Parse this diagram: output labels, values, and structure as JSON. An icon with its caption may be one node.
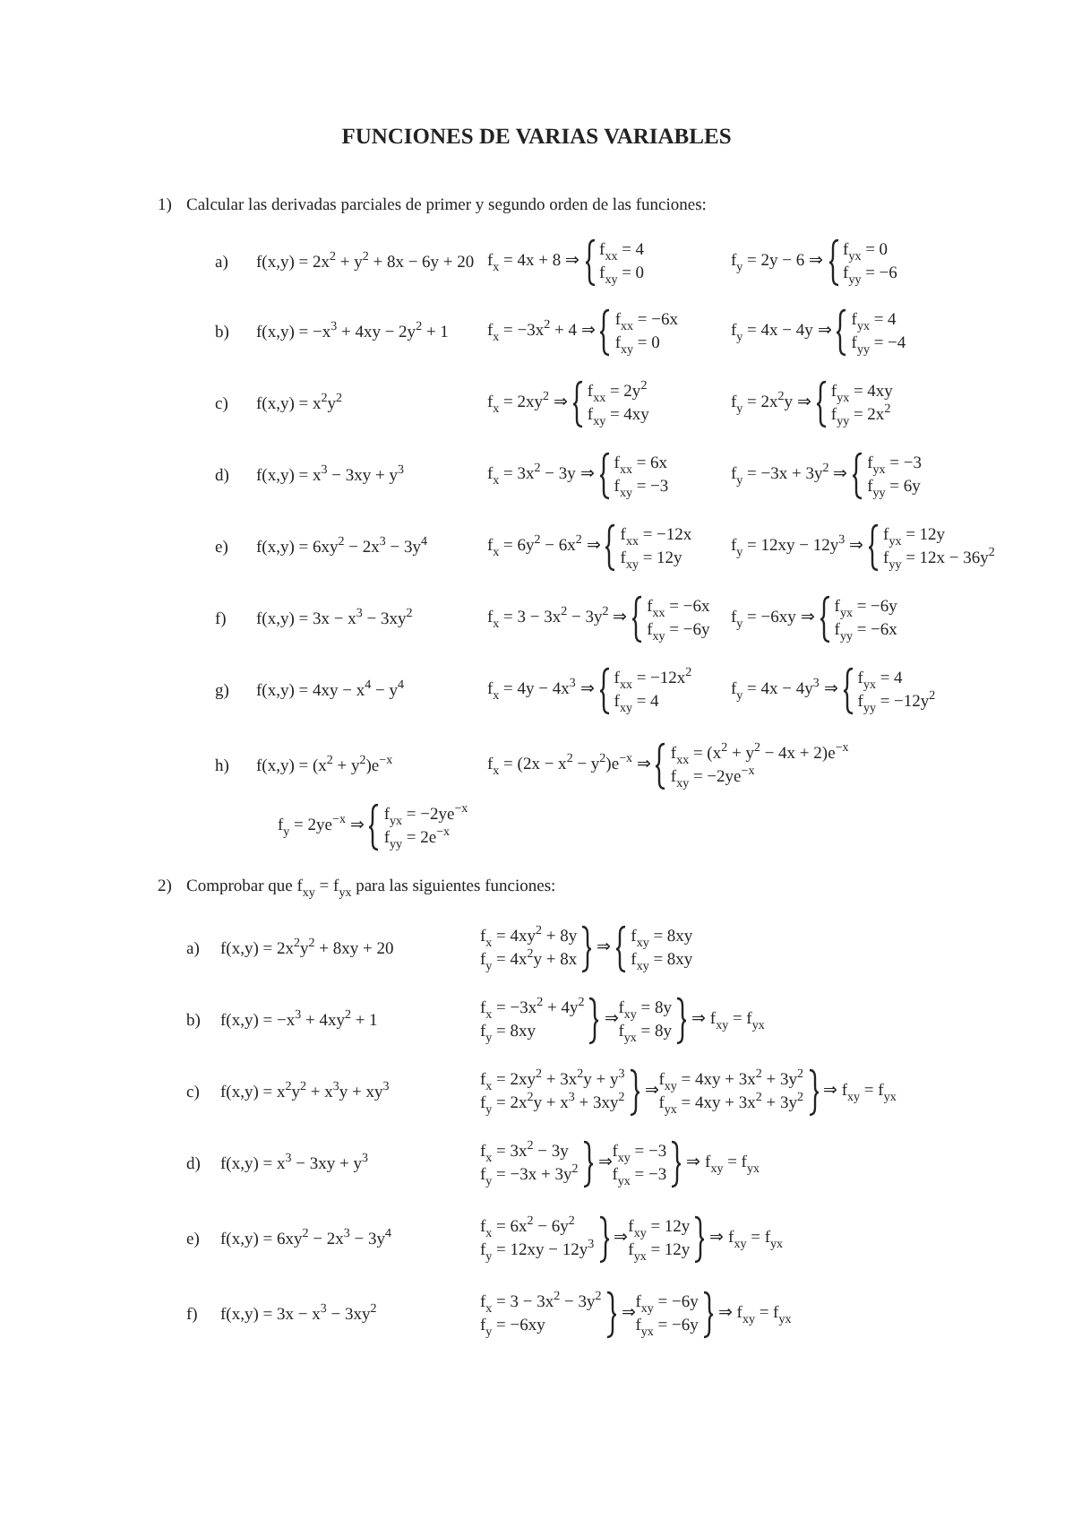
{
  "diagram": {
    "title": "FUNCIONES DE VARIAS VARIABLES",
    "labels": [
      "1)",
      "Calcular las derivadas parciales de primer y segundo orden de las funciones:",
      "a)",
      "f(x,y) = 2x$^{2}$ + y$^{2}$ + 8x − 6y + 20",
      "f$_{x}$ = 4x + 8 ⇒",
      "f$_{xx}$ = 4",
      "f$_{xy}$ = 0",
      "f$_{y}$ = 2y − 6 ⇒",
      "f$_{yx}$ = 0",
      "f$_{yy}$ = −6",
      "b)",
      "f(x,y) = −x$^{3}$ + 4xy − 2y$^{2}$ + 1",
      "f$_{x}$ = −3x$^{2}$ + 4 ⇒",
      "f$_{xx}$ = −6x",
      "f$_{xy}$ = 0",
      "f$_{y}$ = 4x − 4y ⇒",
      "f$_{yx}$ = 4",
      "f$_{yy}$ = −4",
      "c)",
      "f(x,y) = x$^{2}$y$^{2}$",
      "f$_{x}$ = 2xy$^{2}$ ⇒",
      "f$_{xx}$ = 2y$^{2}$",
      "f$_{xy}$ = 4xy",
      "f$_{y}$ = 2x$^{2}$y ⇒",
      "f$_{yx}$ = 4xy",
      "f$_{yy}$ = 2x$^{2}$",
      "d)",
      "f(x,y) = x$^{3}$ − 3xy + y$^{3}$",
      "f$_{x}$ = 3x$^{2}$ − 3y ⇒",
      "f$_{xx}$ = 6x",
      "f$_{xy}$ = −3",
      "f$_{y}$ = −3x + 3y$^{2}$ ⇒",
      "f$_{yx}$ = −3",
      "f$_{yy}$ = 6y",
      "e)",
      "f(x,y) = 6xy$^{2}$ − 2x$^{3}$ − 3y$^{4}$",
      "f$_{x}$ = 6y$^{2}$ − 6x$^{2}$ ⇒",
      "f$_{xx}$ = −12x",
      "f$_{xy}$ = 12y",
      "f$_{y}$ = 12xy − 12y$^{3}$ ⇒",
      "f$_{yx}$ = 12y",
      "f$_{yy}$ = 12x − 36y$^{2}$",
      "f)",
      "f(x,y) = 3x − x$^{3}$ − 3xy$^{2}$",
      "f$_{x}$ = 3 − 3x$^{2}$ − 3y$^{2}$ ⇒",
      "f$_{xx}$ = −6x",
      "f$_{xy}$ = −6y",
      "f$_{y}$ = −6xy ⇒",
      "f$_{yx}$ = −6y",
      "f$_{yy}$ = −6x",
      "g)",
      "f(x,y) = 4xy − x$^{4}$ − y$^{4}$",
      "f$_{x}$ = 4y − 4x$^{3}$ ⇒",
      "f$_{xx}$ = −12x$^{2}$",
      "f$_{xy}$ = 4",
      "f$_{y}$ = 4x − 4y$^{3}$ ⇒",
      "f$_{yx}$ = 4",
      "f$_{yy}$ = −12y$^{2}$",
      "h)",
      "f(x,y) = (x$^{2}$ + y$^{2}$)e$^{−x}$",
      "f$_{x}$ = (2x − x$^{2}$ − y$^{2}$)e$^{−x}$ ⇒",
      "f$_{xx}$ = (x$^{2}$ + y$^{2}$ − 4x + 2)e$^{−x}$",
      "f$_{xy}$ = −2ye$^{−x}$",
      "f$_{y}$ = 2ye$^{−x}$ ⇒",
      "f$_{yx}$ = −2ye$^{−x}$",
      "f$_{yy}$ = 2e$^{−x}$",
      "2)",
      "Comprobar que f$_{xy}$ = f$_{yx}$ para las siguientes funciones:",
      "a)",
      "f(x,y) = 2x$^{2}$y$^{2}$ + 8xy + 20",
      "f$_{x}$ = 4xy$^{2}$ + 8y",
      "f$_{y}$ = 4x$^{2}$y + 8x",
      "⇒",
      "f$_{xy}$ = 8xy",
      "f$_{xy}$ = 8xy",
      "b)",
      "f(x,y) = −x$^{3}$ + 4xy$^{2}$ + 1",
      "f$_{x}$ = −3x$^{2}$ + 4y$^{2}$",
      "f$_{y}$ = 8xy",
      "⇒",
      "f$_{xy}$ = 8y",
      "f$_{yx}$ = 8y",
      "⇒ f$_{xy}$ = f$_{yx}$",
      "c)",
      "f(x,y) = x$^{2}$y$^{2}$ + x$^{3}$y + xy$^{3}$",
      "f$_{x}$ = 2xy$^{2}$ + 3x$^{2}$y + y$^{3}$",
      "f$_{y}$ = 2x$^{2}$y + x$^{3}$ + 3xy$^{2}$",
      "⇒",
      "f$_{xy}$ = 4xy + 3x$^{2}$ + 3y$^{2}$",
      "f$_{yx}$ = 4xy + 3x$^{2}$ + 3y$^{2}$",
      "⇒ f$_{xy}$ = f$_{yx}$",
      "d)",
      "f(x,y) = x$^{3}$ − 3xy + y$^{3}$",
      "f$_{x}$ = 3x$^{2}$ − 3y",
      "f$_{y}$ = −3x + 3y$^{2}$",
      "⇒",
      "f$_{xy}$ = −3",
      "f$_{yx}$ = −3",
      "⇒ f$_{xy}$ = f$_{yx}$",
      "e)",
      "f(x,y) = 6xy$^{2}$ − 2x$^{3}$ − 3y$^{4}$",
      "f$_{x}$ = 6x$^{2}$ − 6y$^{2}$",
      "f$_{y}$ = 12xy − 12y$^{3}$",
      "⇒",
      "f$_{xy}$ = 12y",
      "f$_{yx}$ = 12y",
      "⇒ f$_{xy}$ = f$_{yx}$",
      "f)",
      "f(x,y) = 3x − x$^{3}$ − 3xy$^{2}$",
      "f$_{x}$ = 3 − 3x$^{2}$ − 3y$^{2}$",
      "f$_{y}$ = −6xy",
      "⇒",
      "f$_{xy}$ = −6y",
      "f$_{yx}$ = −6y",
      "⇒ f$_{xy}$ = f$_{yx}$"
    ]
  }
}
